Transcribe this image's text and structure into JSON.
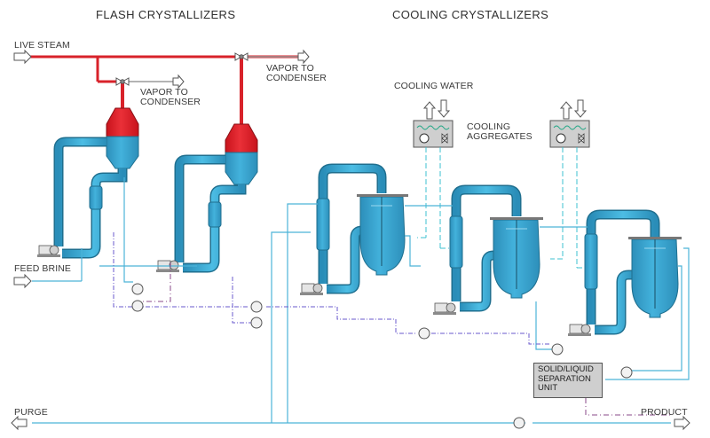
{
  "headings": {
    "flash": "FLASH CRYSTALLIZERS",
    "cooling": "COOLING CRYSTALLIZERS"
  },
  "streams": {
    "live_steam": "LIVE STEAM",
    "feed_brine": "FEED BRINE",
    "purge": "PURGE",
    "product": "PRODUCT",
    "vapor_1": [
      "VAPOR TO",
      "CONDENSER"
    ],
    "vapor_2": [
      "VAPOR TO",
      "CONDENSER"
    ],
    "cooling_water": "COOLING WATER",
    "cooling_aggregates": [
      "COOLING",
      "AGGREGATES"
    ]
  },
  "separation_unit": [
    "SOLID/LIQUID",
    "SEPARATION",
    "UNIT"
  ],
  "colors": {
    "steam": "#d8222a",
    "process": "#3ea6cf",
    "process_dark": "#1f6f8f",
    "pipe_thin": "#4cb3d8",
    "recycle": "#6a5acd",
    "cooling_link": "#3cc0d0",
    "slurry": "#8a4a8a",
    "equipment_grey": "#cccccc"
  },
  "icons": [
    "arrow-in-icon",
    "arrow-out-icon",
    "pump-icon",
    "motor-icon",
    "valve-icon",
    "cooler-icon"
  ]
}
